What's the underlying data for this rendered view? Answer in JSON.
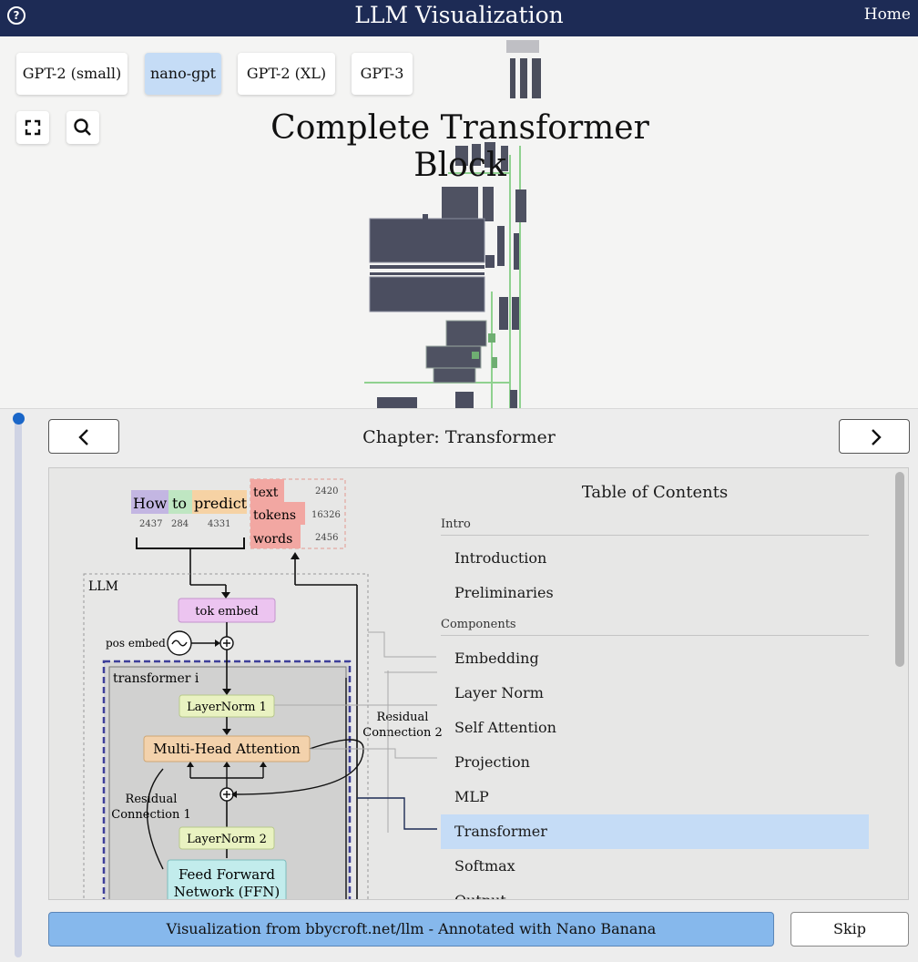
{
  "header": {
    "title": "LLM Visualization",
    "home_label": "Home",
    "help_glyph": "?",
    "bar_color": "#1d2b55"
  },
  "models": {
    "items": [
      "GPT-2 (small)",
      "nano-gpt",
      "GPT-2 (XL)",
      "GPT-3"
    ],
    "selected": "nano-gpt"
  },
  "tools": {
    "fullscreen_icon": "expand-icon",
    "search_icon": "search-icon"
  },
  "viz": {
    "heading": "Complete Transformer Block"
  },
  "panel": {
    "chapter_title": "Chapter: Transformer",
    "prev_icon": "chevron-left-icon",
    "next_icon": "chevron-right-icon"
  },
  "diagram": {
    "input_tokens": [
      "How",
      "to",
      "predict"
    ],
    "input_ids": [
      "2437",
      "284",
      "4331"
    ],
    "output_tokens": [
      "text",
      "tokens",
      "words"
    ],
    "output_ids": [
      "2420",
      "16326",
      "2456"
    ],
    "llm_label": "LLM",
    "tok_embed": "tok embed",
    "pos_embed": "pos embed",
    "transformer_label": "transformer i",
    "layernorm1": "LayerNorm 1",
    "mha": "Multi-Head Attention",
    "layernorm2": "LayerNorm 2",
    "ffn_line1": "Feed Forward",
    "ffn_line2": "Network (FFN)",
    "residual1_line1": "Residual",
    "residual1_line2": "Connection 1",
    "residual2_line1": "Residual",
    "residual2_line2": "Connection 2"
  },
  "toc": {
    "title": "Table of Contents",
    "sections": [
      {
        "label": "Intro",
        "items": [
          "Introduction",
          "Preliminaries"
        ]
      },
      {
        "label": "Components",
        "items": [
          "Embedding",
          "Layer Norm",
          "Self Attention",
          "Projection",
          "MLP",
          "Transformer",
          "Softmax",
          "Output"
        ]
      }
    ],
    "active": "Transformer"
  },
  "footer": {
    "caption": "Visualization from bbycroft.net/llm - Annotated with Nano Banana",
    "skip_label": "Skip"
  },
  "colors": {
    "accent": "#1a66c8",
    "selected_bg": "#c5dcf6",
    "caption_bg": "#86b8ec",
    "block_dashed": "#3d3f9a"
  }
}
